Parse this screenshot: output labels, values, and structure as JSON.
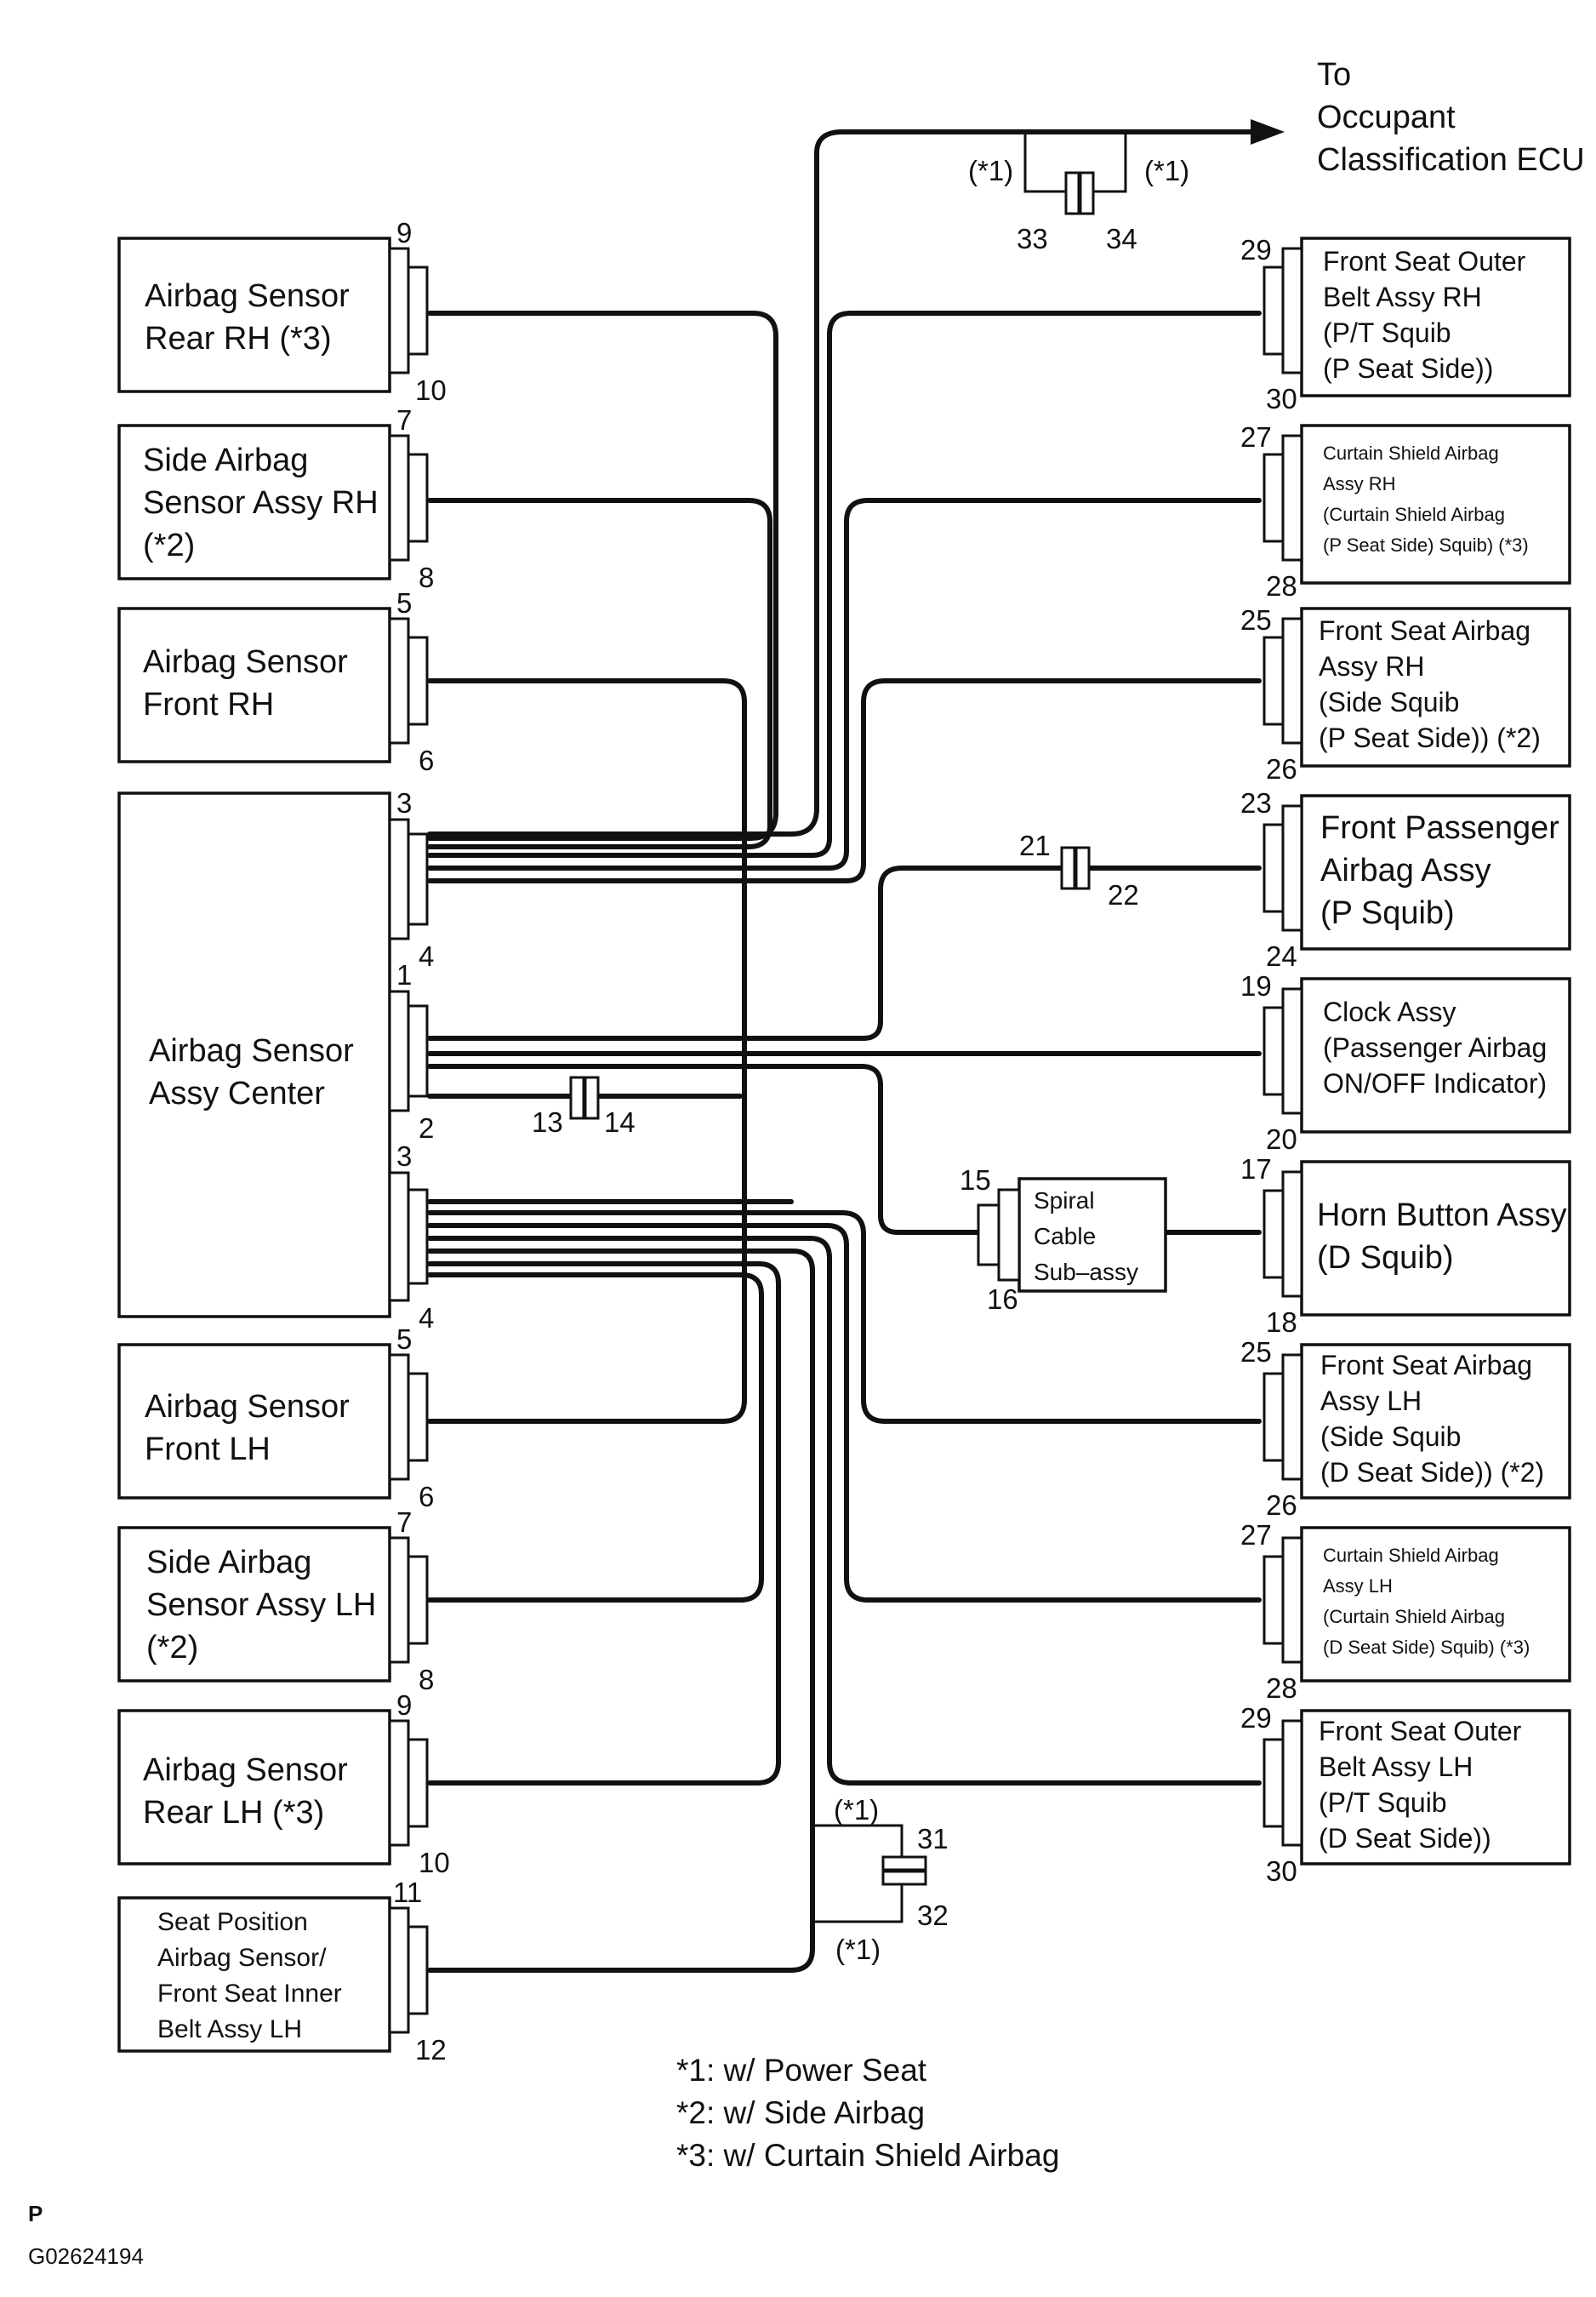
{
  "arrow_label": [
    "To",
    "Occupant",
    "Classification ECU"
  ],
  "markers": {
    "m1": "(*1)"
  },
  "left_components": [
    {
      "lines": [
        "Airbag Sensor",
        "Rear RH (*3)"
      ],
      "pins": [
        "9",
        "10"
      ]
    },
    {
      "lines": [
        "Side Airbag",
        "Sensor Assy RH",
        "(*2)"
      ],
      "pins": [
        "7",
        "8"
      ]
    },
    {
      "lines": [
        "Airbag Sensor",
        "Front RH"
      ],
      "pins": [
        "5",
        "6"
      ]
    },
    {
      "lines": [
        "Airbag Sensor",
        "Assy Center"
      ],
      "pins": [
        "3",
        "4",
        "1",
        "2",
        "3",
        "4"
      ]
    },
    {
      "lines": [
        "Airbag Sensor",
        "Front LH"
      ],
      "pins": [
        "5",
        "6"
      ]
    },
    {
      "lines": [
        "Side Airbag",
        "Sensor Assy LH",
        "(*2)"
      ],
      "pins": [
        "7",
        "8"
      ]
    },
    {
      "lines": [
        "Airbag Sensor",
        "Rear LH (*3)"
      ],
      "pins": [
        "9",
        "10"
      ]
    },
    {
      "lines": [
        "Seat Position",
        "Airbag Sensor/",
        "Front Seat Inner",
        "Belt Assy LH"
      ],
      "pins": [
        "11",
        "12"
      ]
    }
  ],
  "right_components": [
    {
      "lines": [
        "Front Seat Outer",
        "Belt Assy RH",
        "(P/T Squib",
        "(P Seat Side))"
      ],
      "pins": [
        "29",
        "30"
      ]
    },
    {
      "lines": [
        "Curtain Shield Airbag",
        "Assy RH",
        "(Curtain Shield Airbag",
        "(P Seat Side) Squib) (*3)"
      ],
      "pins": [
        "27",
        "28"
      ]
    },
    {
      "lines": [
        "Front Seat Airbag",
        "Assy RH",
        "(Side Squib",
        "(P Seat Side)) (*2)"
      ],
      "pins": [
        "25",
        "26"
      ]
    },
    {
      "lines": [
        "Front Passenger",
        "Airbag Assy",
        "(P Squib)"
      ],
      "pins": [
        "23",
        "24"
      ]
    },
    {
      "lines": [
        "Clock Assy",
        "(Passenger Airbag",
        "ON/OFF Indicator)"
      ],
      "pins": [
        "19",
        "20"
      ]
    },
    {
      "lines": [
        "Horn Button Assy",
        "(D Squib)"
      ],
      "pins": [
        "17",
        "18"
      ]
    },
    {
      "lines": [
        "Front Seat Airbag",
        "Assy LH",
        "(Side Squib",
        "(D Seat Side)) (*2)"
      ],
      "pins": [
        "25",
        "26"
      ]
    },
    {
      "lines": [
        "Curtain Shield Airbag",
        "Assy LH",
        "(Curtain Shield Airbag",
        "(D Seat Side) Squib) (*3)"
      ],
      "pins": [
        "27",
        "28"
      ]
    },
    {
      "lines": [
        "Front Seat Outer",
        "Belt Assy LH",
        "(P/T Squib",
        "(D Seat Side))"
      ],
      "pins": [
        "29",
        "30"
      ]
    }
  ],
  "spiral_cable": {
    "lines": [
      "Spiral",
      "Cable",
      "Sub–assy"
    ],
    "pins": [
      "15",
      "16"
    ]
  },
  "inline_connectors": [
    {
      "a": "33",
      "b": "34"
    },
    {
      "a": "21",
      "b": "22"
    },
    {
      "a": "13",
      "b": "14"
    },
    {
      "a": "31",
      "b": "32"
    }
  ],
  "notes": [
    "*1: w/ Power Seat",
    "*2: w/ Side Airbag",
    "*3: w/ Curtain Shield Airbag"
  ],
  "footer": {
    "letter": "P",
    "code": "G02624194"
  }
}
